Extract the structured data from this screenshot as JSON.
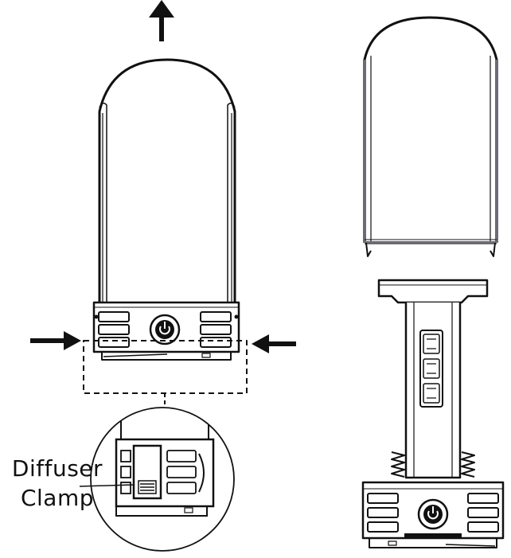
{
  "callout": {
    "line1": "Diffuser",
    "line2": "Clamp"
  },
  "figure": {
    "left": "lantern-with-diffuser-and-removal-arrows",
    "right": "exploded-view-diffuser-removed"
  },
  "colors": {
    "ink": "#111111",
    "diffuser_edge": "#6b6b78",
    "background": "#ffffff"
  },
  "icons": [
    "up-arrow-icon",
    "right-arrow-icon",
    "left-arrow-icon",
    "power-icon"
  ]
}
